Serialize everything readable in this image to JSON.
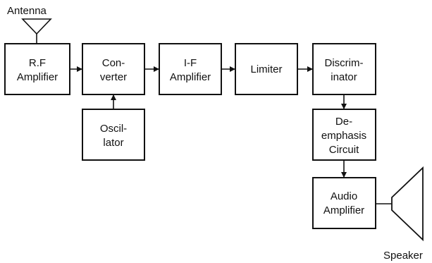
{
  "antenna_label": "Antenna",
  "speaker_label": "Speaker",
  "blocks": [
    {
      "id": "rf",
      "lines": [
        "R.F",
        "Amplifier"
      ]
    },
    {
      "id": "converter",
      "lines": [
        "Con-",
        "verter"
      ]
    },
    {
      "id": "if",
      "lines": [
        "I-F",
        "Amplifier"
      ]
    },
    {
      "id": "limiter",
      "lines": [
        "Limiter"
      ]
    },
    {
      "id": "discriminator",
      "lines": [
        "Discrim-",
        "inator"
      ]
    },
    {
      "id": "oscillator",
      "lines": [
        "Oscil-",
        "lator"
      ]
    },
    {
      "id": "deemphasis",
      "lines": [
        "De-",
        "emphasis",
        "Circuit"
      ]
    },
    {
      "id": "audio",
      "lines": [
        "Audio",
        "Amplifier"
      ]
    }
  ]
}
